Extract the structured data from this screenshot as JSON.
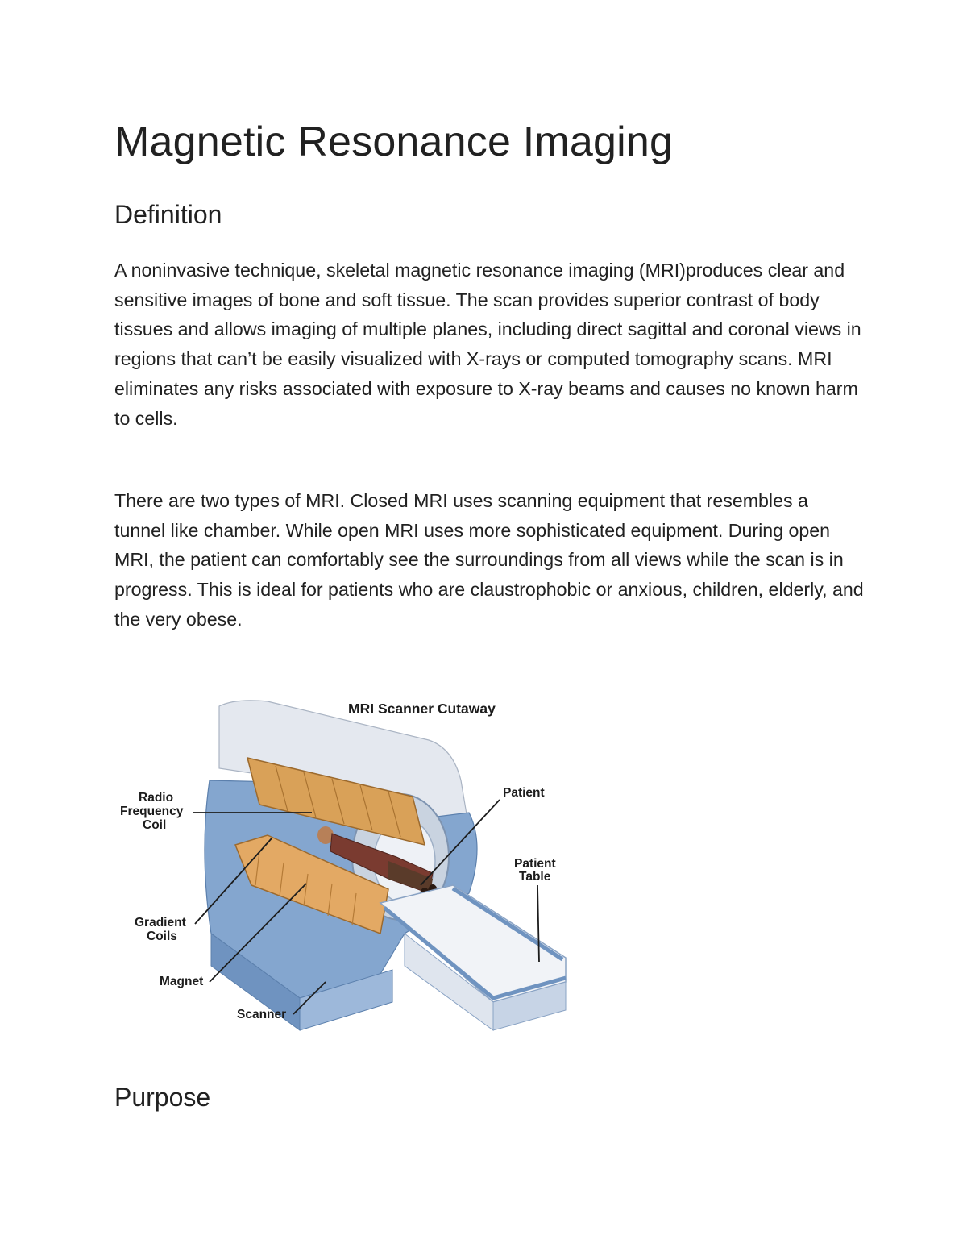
{
  "document": {
    "title": "Magnetic Resonance Imaging",
    "sections": [
      {
        "heading": "Definition",
        "paragraphs": [
          "A noninvasive technique, skeletal magnetic resonance imaging (MRI)produces clear and sensitive images of bone and soft tissue. The scan provides superior contrast of body tissues and allows imaging of multiple planes, including direct sagittal and coronal views in regions that can’t be easily visualized with X-rays or computed tomography scans. MRI eliminates any risks associated with exposure to X-ray beams and causes no known harm to cells.",
          "There are two types of MRI. Closed MRI uses scanning equipment that resembles a tunnel like chamber. While open MRI uses more sophisticated equipment. During open MRI, the patient can comfortably see the surroundings from all views while the scan is in progress. This is ideal for patients who are claustrophobic or anxious, children, elderly, and the very obese."
        ]
      },
      {
        "heading": "Purpose",
        "paragraphs": []
      }
    ]
  },
  "figure": {
    "title": "MRI Scanner Cutaway",
    "labels": {
      "rf_coil": [
        "Radio",
        "Frequency",
        "Coil"
      ],
      "gradient": [
        "Gradient",
        "Coils"
      ],
      "magnet": "Magnet",
      "scanner": "Scanner",
      "patient": "Patient",
      "patient_table": [
        "Patient",
        "Table"
      ]
    },
    "colors": {
      "housing": "#d9dfe9",
      "blue": "#7fa2cc",
      "blue_dark": "#5c80ad",
      "coil": "#d9a158",
      "coil_dark": "#b57b37"
    }
  }
}
